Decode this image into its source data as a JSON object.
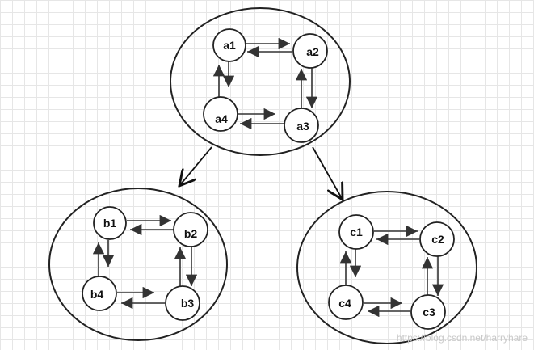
{
  "diagram": {
    "groups": [
      {
        "id": "a",
        "nodes": [
          {
            "id": "a1",
            "label": "a1"
          },
          {
            "id": "a2",
            "label": "a2"
          },
          {
            "id": "a3",
            "label": "a3"
          },
          {
            "id": "a4",
            "label": "a4"
          }
        ]
      },
      {
        "id": "b",
        "nodes": [
          {
            "id": "b1",
            "label": "b1"
          },
          {
            "id": "b2",
            "label": "b2"
          },
          {
            "id": "b3",
            "label": "b3"
          },
          {
            "id": "b4",
            "label": "b4"
          }
        ]
      },
      {
        "id": "c",
        "nodes": [
          {
            "id": "c1",
            "label": "c1"
          },
          {
            "id": "c2",
            "label": "c2"
          },
          {
            "id": "c3",
            "label": "c3"
          },
          {
            "id": "c4",
            "label": "c4"
          }
        ]
      }
    ],
    "group_edges": [
      {
        "from": "a",
        "to": "b"
      },
      {
        "from": "a",
        "to": "c"
      }
    ]
  },
  "watermark": "https://blog.csdn.net/harryhare",
  "colors": {
    "stroke": "#222222",
    "arrow": "#333333",
    "node_fill": "#ffffff"
  }
}
